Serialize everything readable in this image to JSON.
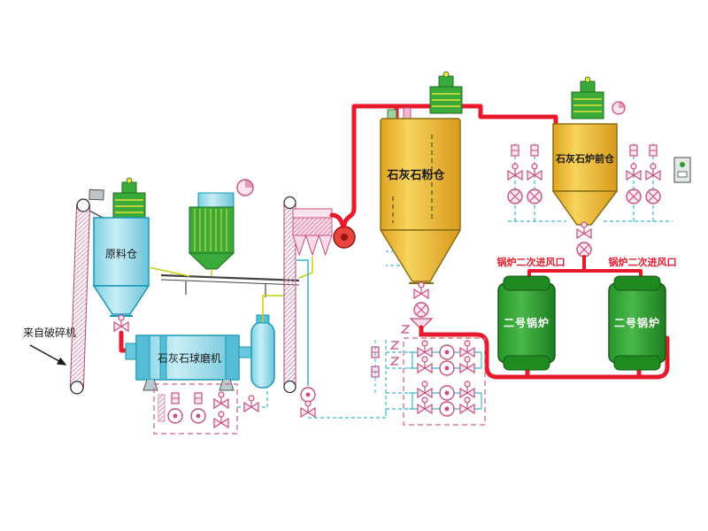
{
  "labels": {
    "from_crusher": "来自破碎机",
    "raw_silo": "原料仓",
    "ball_mill": "石灰石球磨机",
    "powder_silo": "石灰石粉仓",
    "furnace_silo": "石灰石炉前仓",
    "air_inlet_left": "锅炉二次进风口",
    "air_inlet_right": "锅炉二次进风口",
    "boiler_left": "二号锅炉",
    "boiler_right": "二号锅炉"
  },
  "icons": {
    "valve": "bowtie-valve-icon",
    "pump": "pump-icon",
    "rotary_feeder": "rotary-feeder-icon",
    "fan": "fan-icon",
    "sensor": "zigzag-sensor-icon",
    "filter": "bag-filter-icon"
  },
  "colors": {
    "pipe_red": "#e8192c",
    "equipment_pink": "#c94f7f",
    "air_line_cyan": "#37b6d2",
    "vent_line_yellow": "#c6ce12",
    "silo_cyan": "#8edcee",
    "silo_yellow": "#eebc35",
    "filter_green": "#3aaa3a",
    "boiler_green": "#2f9e2f"
  }
}
